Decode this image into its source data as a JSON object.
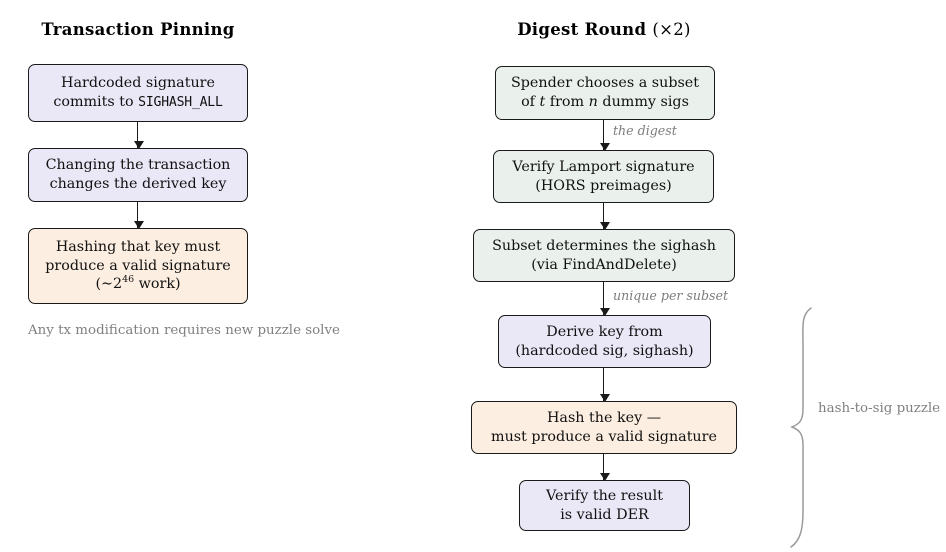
{
  "columns": {
    "left": {
      "title": "Transaction Pinning",
      "nodes": [
        {
          "name": "hardcoded-signature",
          "lines": [
            "Hardcoded signature",
            "commits to SIGHASH_ALL"
          ],
          "fill": "#eae8f7"
        },
        {
          "name": "changing-transaction",
          "lines": [
            "Changing the transaction",
            "changes the derived key"
          ],
          "fill": "#eae8f7"
        },
        {
          "name": "hashing-key",
          "lines": [
            "Hashing that key must",
            "produce a valid signature",
            "(∼2^46 work)"
          ],
          "fill": "#fceee0"
        }
      ],
      "caption": [
        "Any tx modification",
        "requires new puzzle solve"
      ]
    },
    "right": {
      "title": "Digest Round (×2)",
      "nodes": [
        {
          "name": "spender-subset",
          "lines": [
            "Spender chooses a subset",
            "of t from n dummy sigs"
          ],
          "fill": "#eaf1ec"
        },
        {
          "name": "verify-lamport",
          "lines": [
            "Verify Lamport signature",
            "(HORS preimages)"
          ],
          "fill": "#eaf1ec"
        },
        {
          "name": "subset-sighash",
          "lines": [
            "Subset determines the sighash",
            "(via FindAndDelete)"
          ],
          "fill": "#eaf1ec"
        },
        {
          "name": "derive-key",
          "lines": [
            "Derive key from",
            "(hardcoded sig, sighash)"
          ],
          "fill": "#eae8f7"
        },
        {
          "name": "hash-the-key",
          "lines": [
            "Hash the key —",
            "must produce a valid signature"
          ],
          "fill": "#fceee0"
        },
        {
          "name": "verify-der",
          "lines": [
            "Verify the result",
            "is valid DER"
          ],
          "fill": "#eae8f7"
        }
      ],
      "edge_labels": [
        "the digest",
        "unique per subset"
      ],
      "brace_label": [
        "hash-to-sig",
        "puzzle"
      ]
    }
  },
  "text": {
    "left_title": "Transaction Pinning",
    "l1a": "Hardcoded signature",
    "l1b_pre": "commits to ",
    "l1b_mono": "SIGHASH_ALL",
    "l2a": "Changing the transaction",
    "l2b": "changes the derived key",
    "l3a": "Hashing that key must",
    "l3b": "produce a valid signature",
    "l3c_open": "(∼2",
    "l3c_exp": "46",
    "l3c_close": " work)",
    "left_cap1": "Any tx modification",
    "left_cap2": "requires new puzzle solve",
    "right_title_main": "Digest Round",
    "right_title_paren": "(×2)",
    "r1a": "Spender chooses a subset",
    "r1b_1": "of ",
    "r1b_t": "t",
    "r1b_2": " from ",
    "r1b_n": "n",
    "r1b_3": " dummy sigs",
    "r2a": "Verify Lamport signature",
    "r2b": "(HORS preimages)",
    "r3a": "Subset determines the sighash",
    "r3b": "(via FindAndDelete)",
    "r4a": "Derive key from",
    "r4b": "(hardcoded sig, sighash)",
    "r5a": "Hash the key —",
    "r5b": "must produce a valid signature",
    "r6a": "Verify the result",
    "r6b": "is valid DER",
    "edge1": "the digest",
    "edge2": "unique per subset",
    "brace1": "hash-to-sig",
    "brace2": "puzzle"
  },
  "colors": {
    "lavender": "#eae8f7",
    "orange": "#fceee0",
    "green": "#eaf1ec",
    "border": "#1a1a1a",
    "muted": "#808080"
  }
}
